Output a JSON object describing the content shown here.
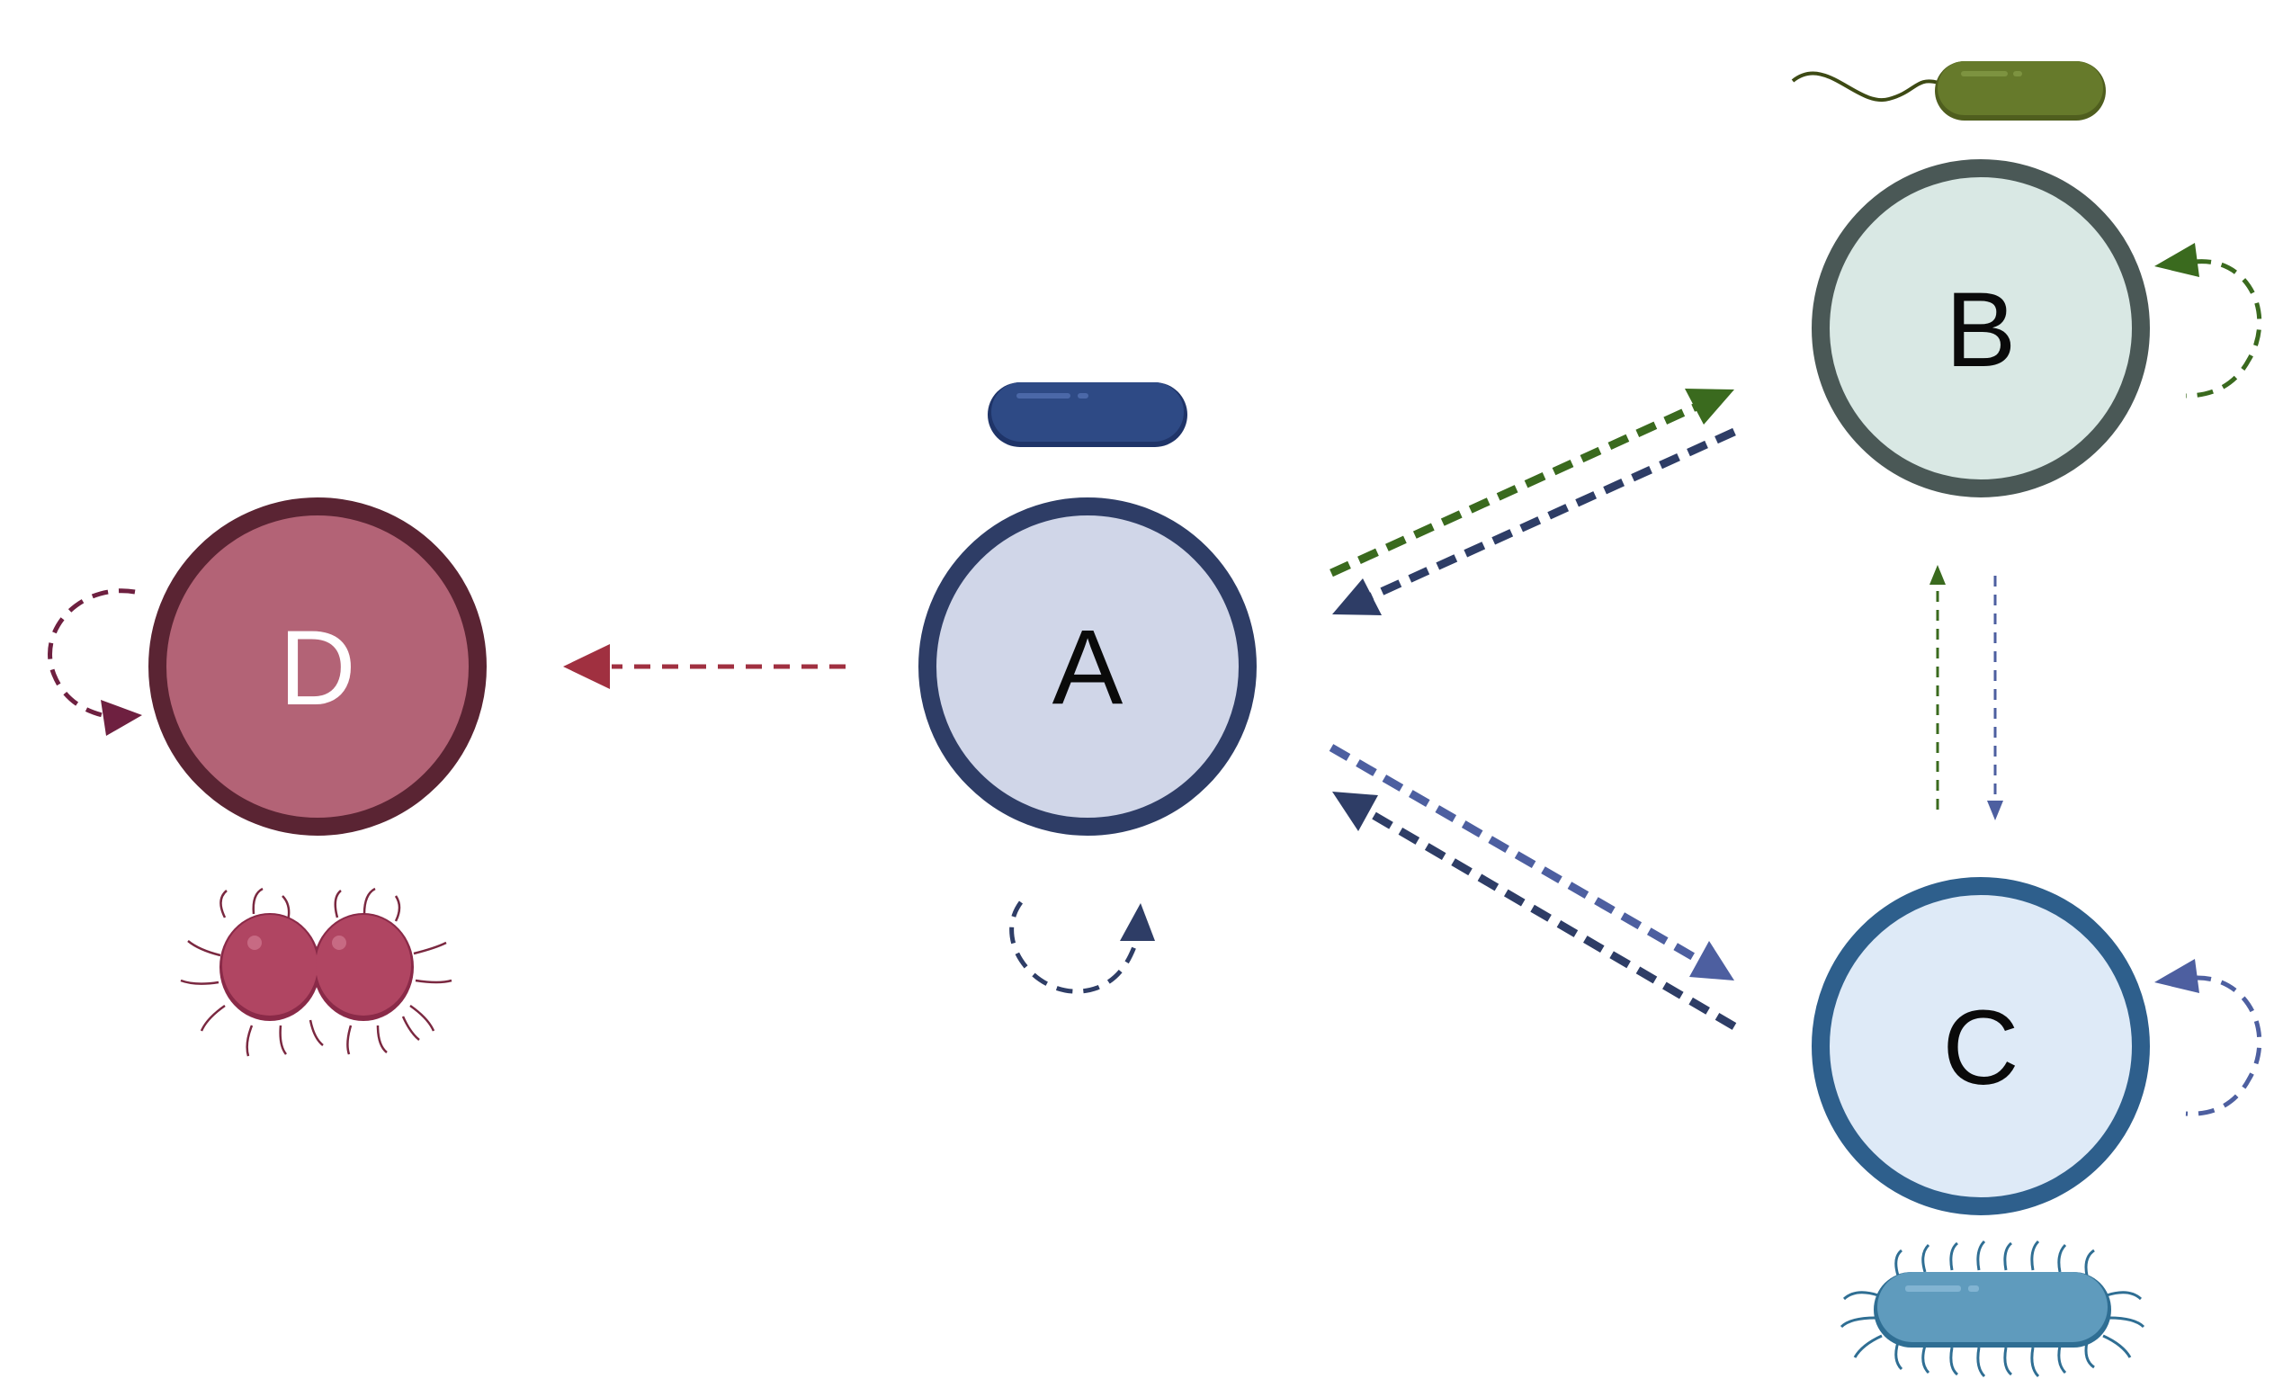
{
  "nodes": {
    "a": {
      "label": "A",
      "fill": "#d0d6e8",
      "stroke": "#2e3d66",
      "text": "#0a0a0a"
    },
    "b": {
      "label": "B",
      "fill": "#d9e8e4",
      "stroke": "#4a5856",
      "text": "#0a0a0a"
    },
    "c": {
      "label": "C",
      "fill": "#deeaf7",
      "stroke": "#2e5f8c",
      "text": "#0a0a0a"
    },
    "d": {
      "label": "D",
      "fill": "#b36376",
      "stroke": "#5a2433",
      "text": "#ffffff"
    }
  },
  "edges": [
    {
      "from": "A",
      "to": "D",
      "color": "#a03040",
      "style": "dashed"
    },
    {
      "from": "A",
      "to": "B",
      "color": "#3a6a1e",
      "style": "dashed"
    },
    {
      "from": "B",
      "to": "A",
      "color": "#2e3d66",
      "style": "dashed"
    },
    {
      "from": "A",
      "to": "C",
      "color": "#4d5fa0",
      "style": "dashed"
    },
    {
      "from": "C",
      "to": "A",
      "color": "#2e3d66",
      "style": "dashed"
    },
    {
      "from": "C",
      "to": "B",
      "color": "#3a6a1e",
      "style": "dashed"
    },
    {
      "from": "B",
      "to": "C",
      "color": "#4d5fa0",
      "style": "dashed"
    },
    {
      "from": "A",
      "to": "A",
      "color": "#2e3d66",
      "style": "dashed"
    },
    {
      "from": "B",
      "to": "B",
      "color": "#3a6a1e",
      "style": "dashed"
    },
    {
      "from": "C",
      "to": "C",
      "color": "#4d5fa0",
      "style": "dashed"
    },
    {
      "from": "D",
      "to": "D",
      "color": "#6e2040",
      "style": "dashed"
    }
  ],
  "icons": {
    "a": "rod-bacterium-icon",
    "b": "flagellated-bacterium-icon",
    "c": "fimbriated-rod-bacterium-icon",
    "d": "diplococcus-icon"
  },
  "colors": {
    "rod_blue": "#2e4a85",
    "rod_green": "#667a2b",
    "rod_teal": "#5f9bbd",
    "coccus_red": "#b04562"
  }
}
